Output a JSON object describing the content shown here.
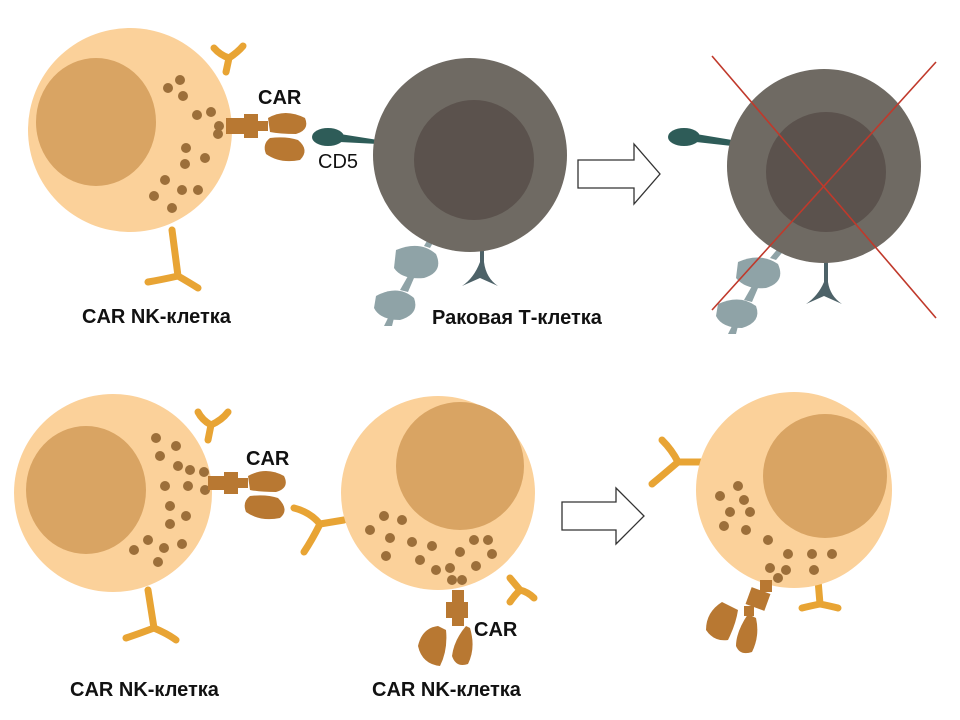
{
  "labels": {
    "car_top": "CAR",
    "cd5": "CD5",
    "car_nk_top": "CAR NK-клетка",
    "tumor_t": "Раковая Т-клетка",
    "car_bottom_left": "CAR",
    "car_bottom_mid": "CAR",
    "car_nk_bottom_left": "CAR NK-клетка",
    "car_nk_bottom_mid": "CAR NK-клетка"
  },
  "colors": {
    "nk_cell": "#fbd19a",
    "nk_nucleus": "#d9a463",
    "granule": "#9c6f3a",
    "car_receptor": "#b87832",
    "nk_receptor": "#e8a434",
    "t_cell": "#6f6a63",
    "t_nucleus": "#5b524d",
    "cd5": "#2e5c58",
    "t_receptor": "#8fa3a7",
    "t_receptor_dark": "#4d6268",
    "cross": "#c0392b"
  }
}
